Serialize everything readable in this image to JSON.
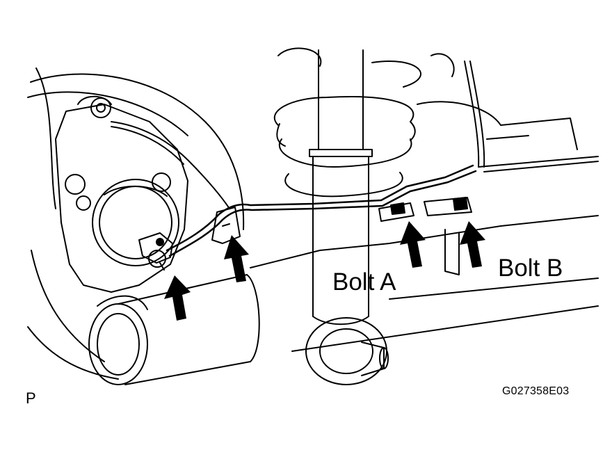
{
  "labels": {
    "bolt_a": "Bolt A",
    "bolt_b": "Bolt B",
    "corner_mark": "P",
    "figure_code": "G027358E03"
  },
  "colors": {
    "ink": "#000000",
    "paper": "#ffffff"
  },
  "arrows": [
    {
      "target": "sensor-clamp",
      "direction": "up"
    },
    {
      "target": "harness-bracket",
      "direction": "up"
    },
    {
      "target": "bolt-a",
      "direction": "up"
    },
    {
      "target": "bolt-b",
      "direction": "up"
    }
  ]
}
